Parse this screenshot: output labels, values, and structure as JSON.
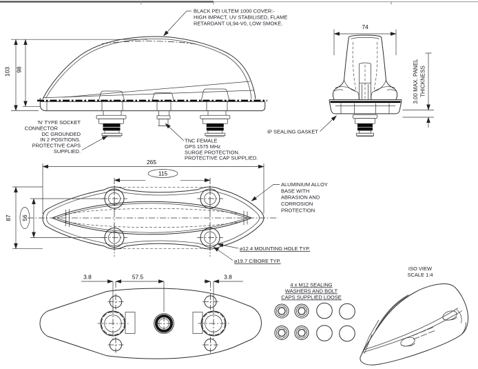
{
  "side_view": {
    "cover_note": [
      "BLACK PEI ULTEM 1000 COVER:-",
      "HIGH IMPACT, UV STABILISED, FLAME",
      "RETARDANT UL94-V0, LOW SMOKE."
    ],
    "dim_overall_height": "103",
    "dim_body_height": "98",
    "n_socket_note": [
      "'N' TYPE SOCKET",
      "CONNECTOR",
      "DC GROUNDED",
      "IN 2 POSITIONS.",
      "PROTECTIVE CAPS",
      "SUPPLIED."
    ],
    "tnc_note": [
      "TNC FEMALE",
      "GPS 1575 MHz",
      "SURGE PROTECTION.",
      "PROTECTIVE CAP SUPPLIED."
    ]
  },
  "end_view": {
    "dim_width": "74",
    "panel_note": [
      "3.00 MAX. PANEL",
      "THICKNESS"
    ],
    "gasket_label": "IP SEALING GASKET"
  },
  "plan_view": {
    "dim_length": "265",
    "dim_hole_pitch_x": "115",
    "dim_width": "87",
    "dim_hole_pitch_y": "56",
    "base_note": [
      "ALUMINIUM ALLOY",
      "BASE WITH",
      "ABRASION AND",
      "CORROSION",
      "PROTECTION"
    ],
    "mounting_hole_label": "⌀12.4 MOUNTING HOLE TYP.",
    "cbore_label": "⌀19.7 C/BORE TYP."
  },
  "bottom_view": {
    "dim_offset_left": "3.8",
    "dim_pitch_center": "57.5",
    "dim_offset_right": "3.8"
  },
  "hardware_note": [
    "4 x M12 SEALING",
    "WASHERS AND BOLT",
    "CAPS SUPPLIED LOOSE"
  ],
  "iso_view": {
    "title": "ISO VIEW",
    "scale": "SCALE 1:4"
  }
}
